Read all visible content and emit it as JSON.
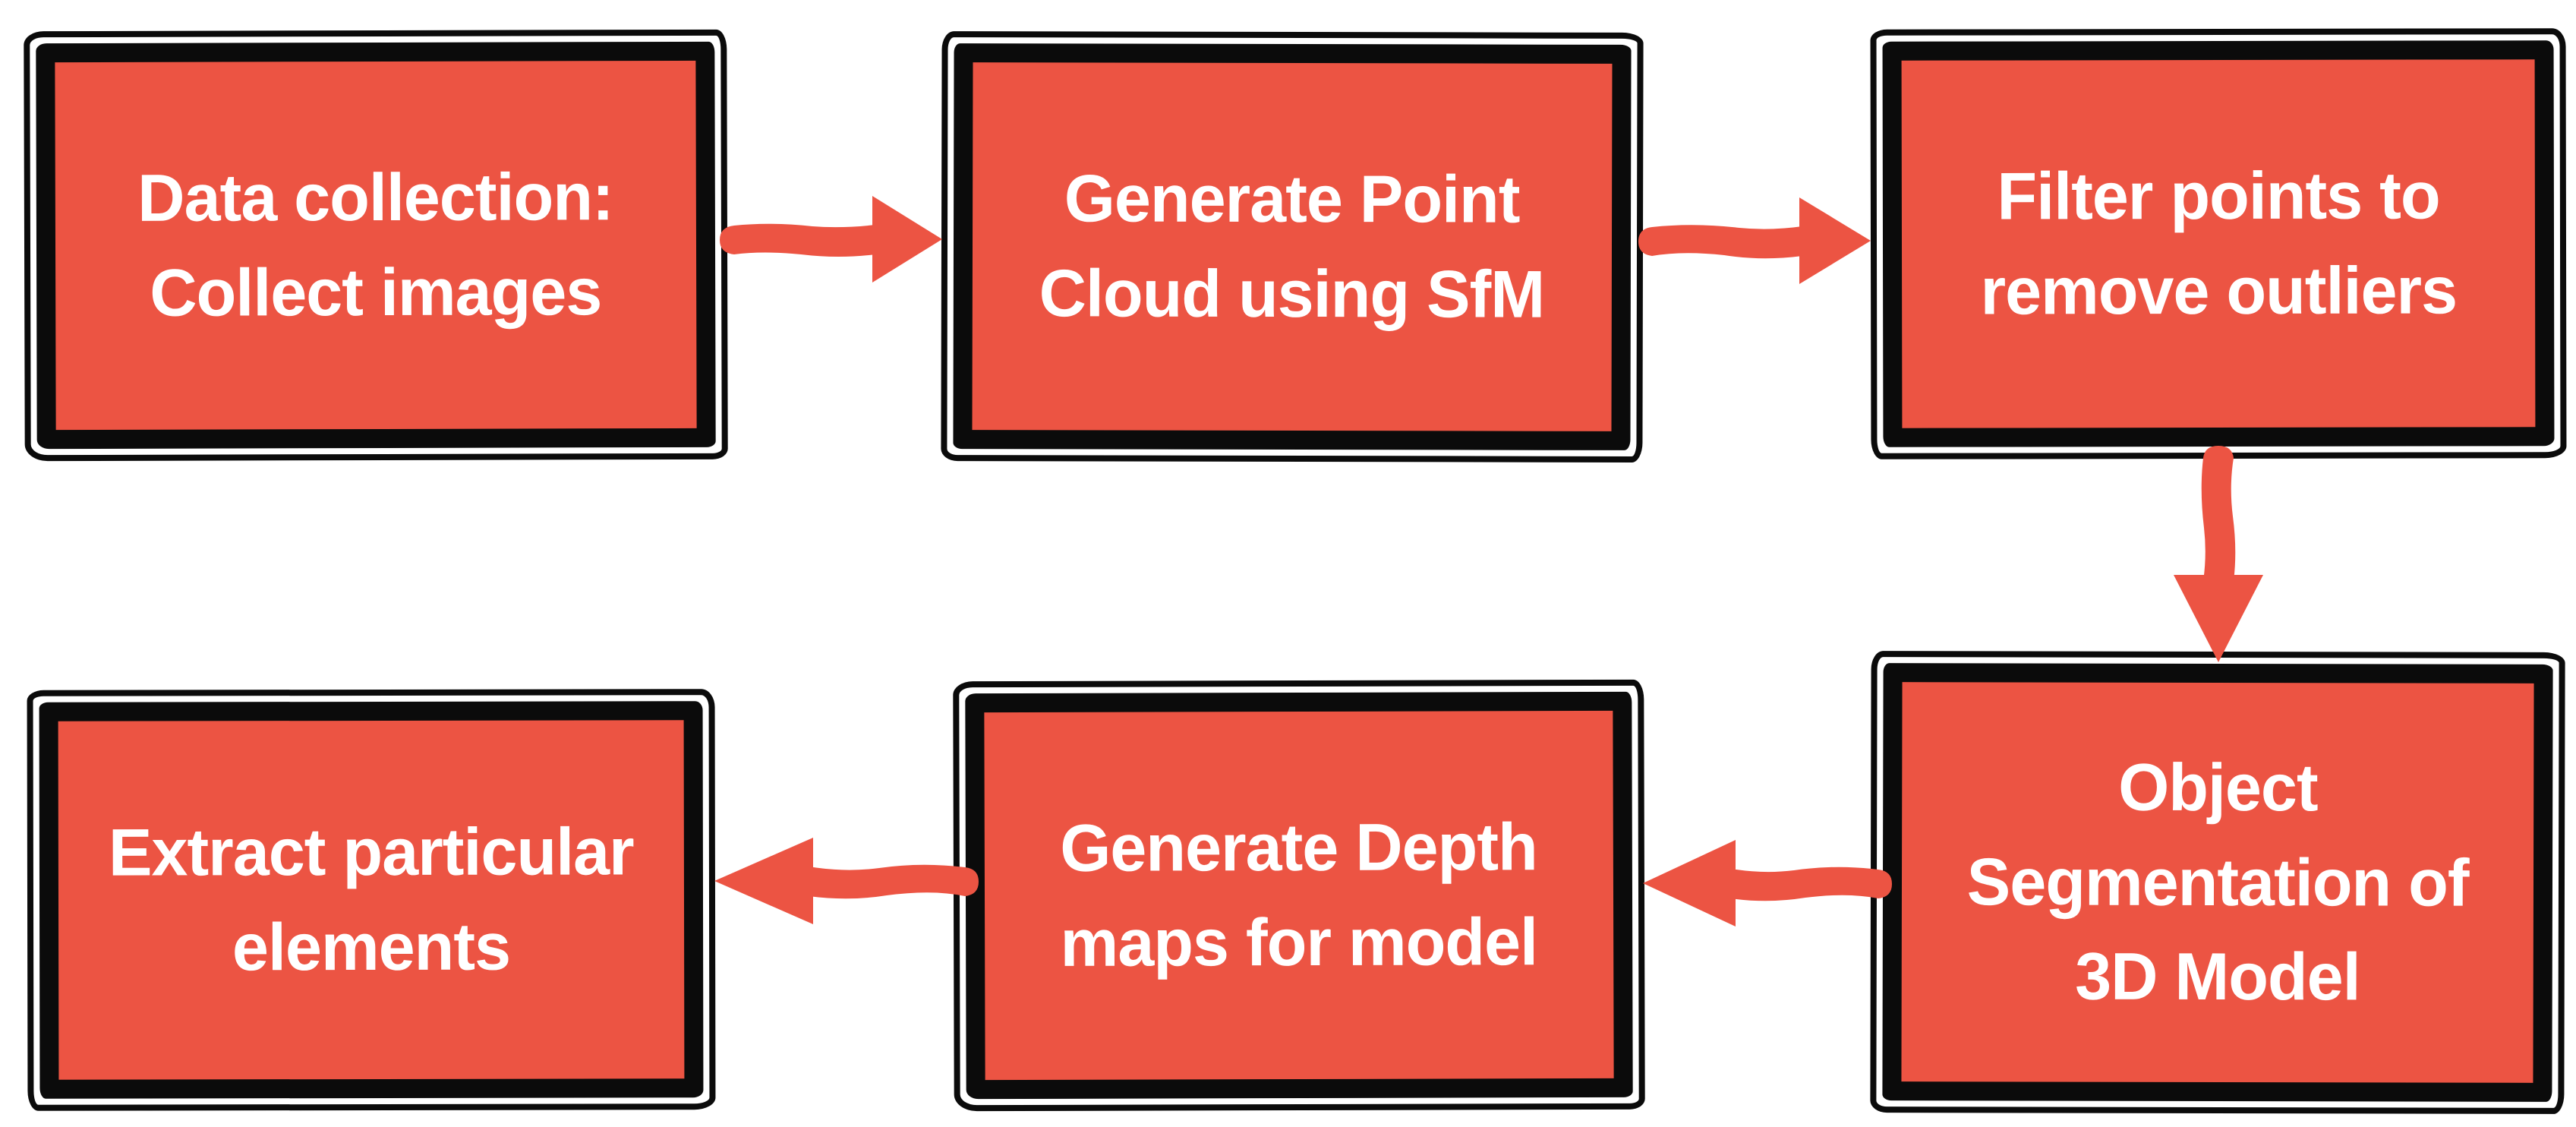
{
  "diagram": {
    "title": "3D reconstruction pipeline flowchart",
    "colors": {
      "background": "#ffffff",
      "box_fill": "#EC5443",
      "box_border": "#0b0b0b",
      "text": "#ffffff",
      "arrow": "#EC5443"
    },
    "nodes": [
      {
        "id": "data-collection",
        "label": "Data collection:\nCollect images"
      },
      {
        "id": "point-cloud",
        "label": "Generate Point\nCloud using SfM"
      },
      {
        "id": "filter-points",
        "label": "Filter points to\nremove outliers"
      },
      {
        "id": "object-segmentation",
        "label": "Object\nSegmentation of\n3D Model"
      },
      {
        "id": "depth-maps",
        "label": "Generate Depth\nmaps for model"
      },
      {
        "id": "extract-elements",
        "label": "Extract particular\nelements"
      }
    ],
    "edges": [
      {
        "from": "data-collection",
        "to": "point-cloud",
        "direction": "right"
      },
      {
        "from": "point-cloud",
        "to": "filter-points",
        "direction": "right"
      },
      {
        "from": "filter-points",
        "to": "object-segmentation",
        "direction": "down"
      },
      {
        "from": "object-segmentation",
        "to": "depth-maps",
        "direction": "left"
      },
      {
        "from": "depth-maps",
        "to": "extract-elements",
        "direction": "left"
      }
    ]
  }
}
